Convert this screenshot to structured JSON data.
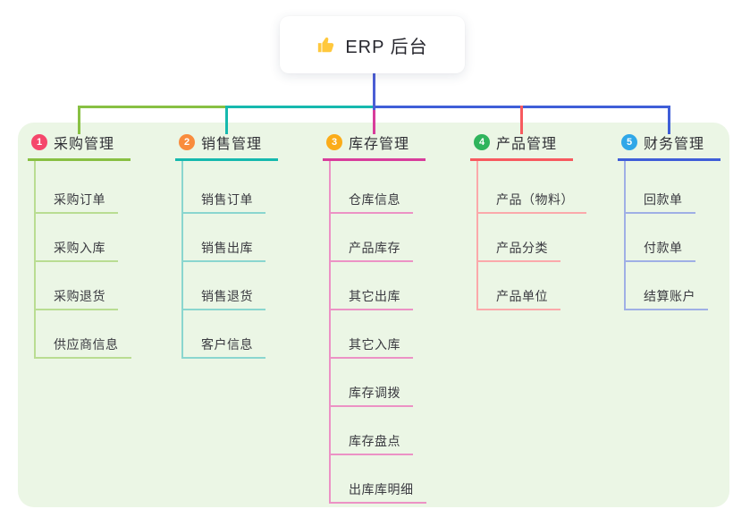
{
  "root": {
    "title": "ERP 后台",
    "icon": "thumbs-up-icon",
    "icon_color": "#FFC83D"
  },
  "colors": {
    "panel_bg": "#EBF6E5",
    "root_line": "#4C5ED5",
    "title_text": "#303036",
    "child_text": "#3a3a40"
  },
  "branches": [
    {
      "index": "1",
      "label": "采购管理",
      "badge_color": "#F5476B",
      "line_color": "#88C043",
      "light_color": "#B9DD92",
      "children": [
        "采购订单",
        "采购入库",
        "采购退货",
        "供应商信息"
      ]
    },
    {
      "index": "2",
      "label": "销售管理",
      "badge_color": "#F98C3D",
      "line_color": "#16B9AE",
      "light_color": "#8AD6CF",
      "children": [
        "销售订单",
        "销售出库",
        "销售退货",
        "客户信息"
      ]
    },
    {
      "index": "3",
      "label": "库存管理",
      "badge_color": "#FBAC19",
      "line_color": "#D83D9B",
      "light_color": "#EC92C5",
      "children": [
        "仓库信息",
        "产品库存",
        "其它出库",
        "其它入库",
        "库存调拨",
        "库存盘点",
        "出库库明细"
      ]
    },
    {
      "index": "4",
      "label": "产品管理",
      "badge_color": "#2FB45C",
      "line_color": "#F75A5F",
      "light_color": "#FBA9AB",
      "children": [
        "产品（物料）",
        "产品分类",
        "产品单位"
      ]
    },
    {
      "index": "5",
      "label": "财务管理",
      "badge_color": "#2FA7E8",
      "line_color": "#3F5ED8",
      "light_color": "#9FAFE5",
      "children": [
        "回款单",
        "付款单",
        "结算账户"
      ]
    }
  ]
}
